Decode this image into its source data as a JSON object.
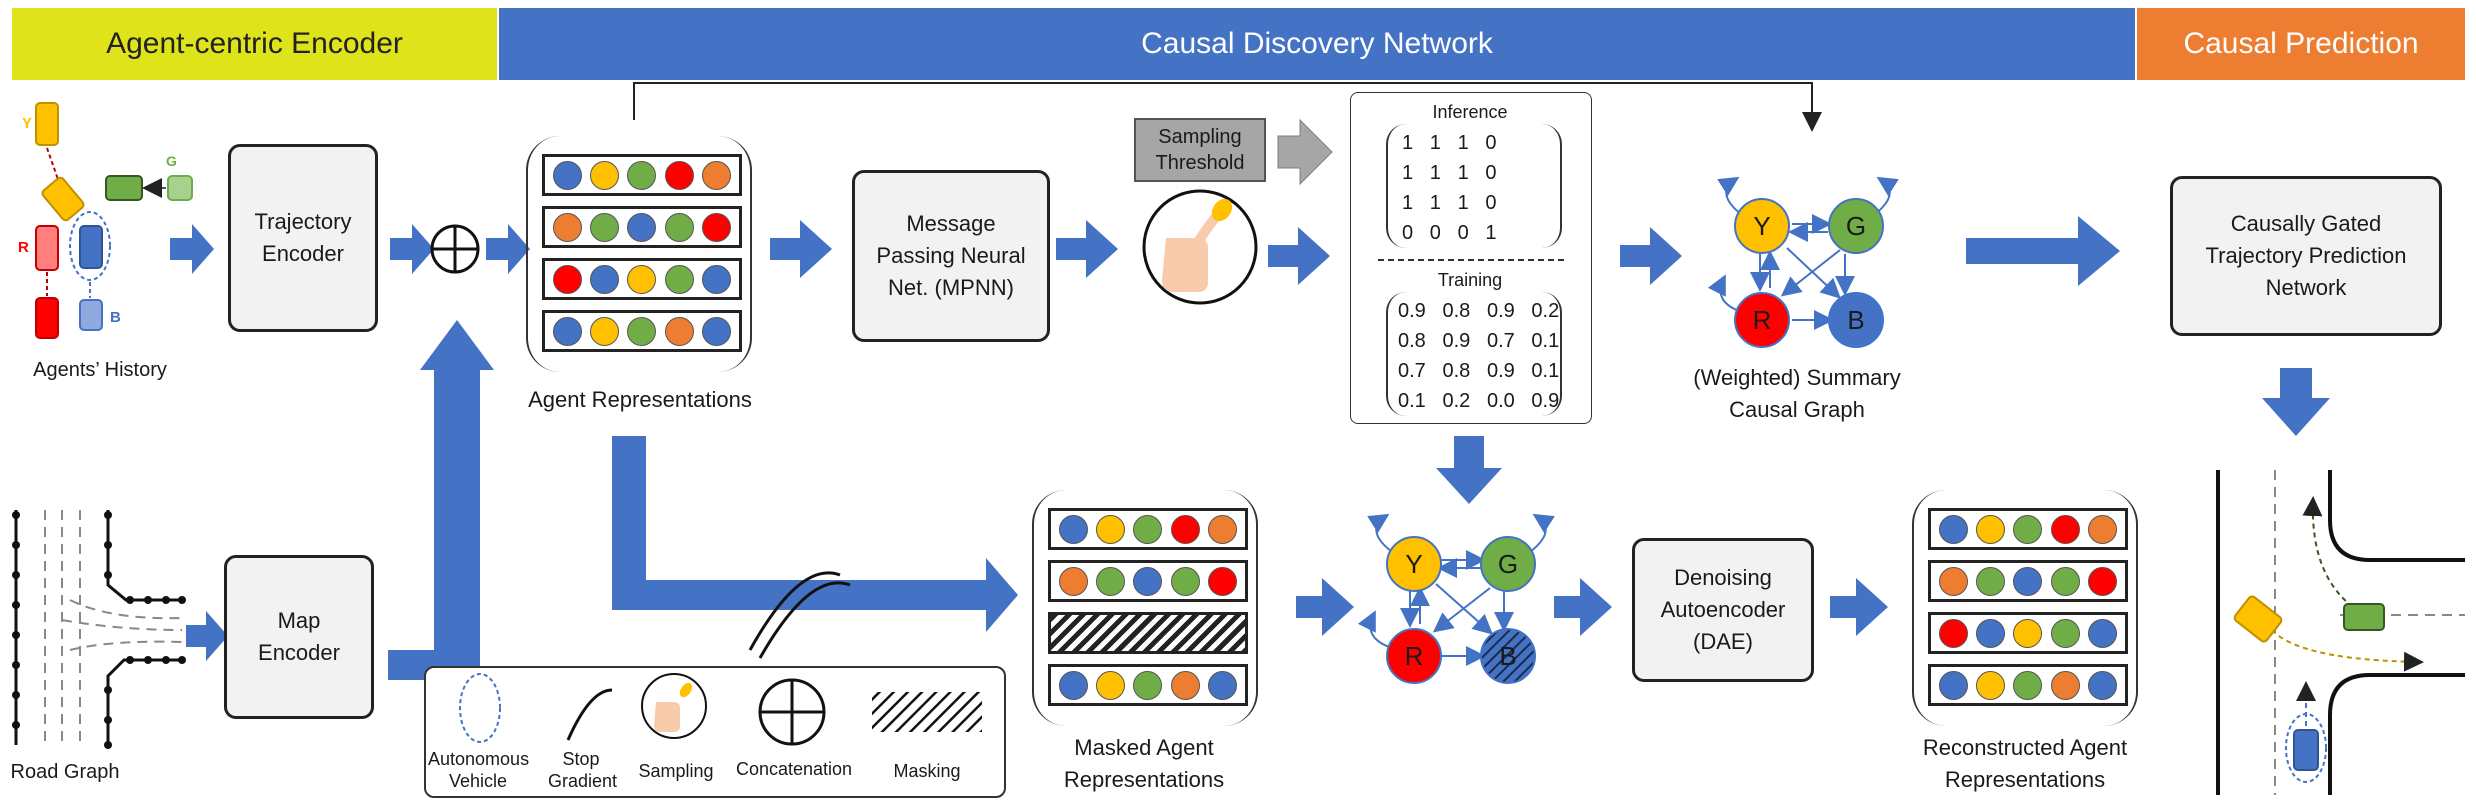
{
  "banners": {
    "encoder": "Agent-centric Encoder",
    "discovery": "Causal Discovery Network",
    "prediction": "Causal Prediction"
  },
  "colors": {
    "encoder_banner": "#dfe31a",
    "discovery_banner": "#4472c4",
    "prediction_banner": "#ed7d31",
    "arrow": "#4472c4",
    "agent_yellow": "#ffc000",
    "agent_green": "#70ad47",
    "agent_red": "#ff0000",
    "agent_blue": "#4472c4",
    "agent_orange": "#ed7d31"
  },
  "labels": {
    "agents_history": "Agents’ History",
    "road_graph": "Road Graph",
    "trajectory_encoder": "Trajectory Encoder",
    "map_encoder": "Map Encoder",
    "agent_representations": "Agent Representations",
    "mpnn": "Message Passing Neural Net. (MPNN)",
    "sampling_threshold": "Sampling Threshold",
    "inference": "Inference",
    "training": "Training",
    "summary_graph": "(Weighted) Summary Causal Graph",
    "dae": "Denoising Autoencoder (DAE)",
    "masked_reps": "Masked Agent Representations",
    "reconstructed_reps": "Reconstructed Agent Representations",
    "causal_predictor": "Causally Gated Trajectory Prediction Network"
  },
  "agents": {
    "y": "Y",
    "g": "G",
    "r": "R",
    "b": "B"
  },
  "inference_matrix": [
    [
      "1",
      "1",
      "1",
      "0"
    ],
    [
      "1",
      "1",
      "1",
      "0"
    ],
    [
      "1",
      "1",
      "1",
      "0"
    ],
    [
      "0",
      "0",
      "0",
      "1"
    ]
  ],
  "training_matrix": [
    [
      "0.9",
      "0.8",
      "0.9",
      "0.2"
    ],
    [
      "0.8",
      "0.9",
      "0.7",
      "0.1"
    ],
    [
      "0.7",
      "0.8",
      "0.9",
      "0.1"
    ],
    [
      "0.1",
      "0.2",
      "0.0",
      "0.9"
    ]
  ],
  "rep_rows": [
    [
      "blue",
      "yellow",
      "green",
      "red",
      "orange"
    ],
    [
      "orange",
      "green",
      "blue",
      "green",
      "red"
    ],
    [
      "red",
      "blue",
      "yellow",
      "green",
      "blue"
    ],
    [
      "blue",
      "yellow",
      "green",
      "orange",
      "blue"
    ]
  ],
  "legend": {
    "av": "Autonomous Vehicle",
    "stop_gradient": "Stop Gradient",
    "sampling": "Sampling",
    "concatenation": "Concatenation",
    "masking": "Masking"
  }
}
